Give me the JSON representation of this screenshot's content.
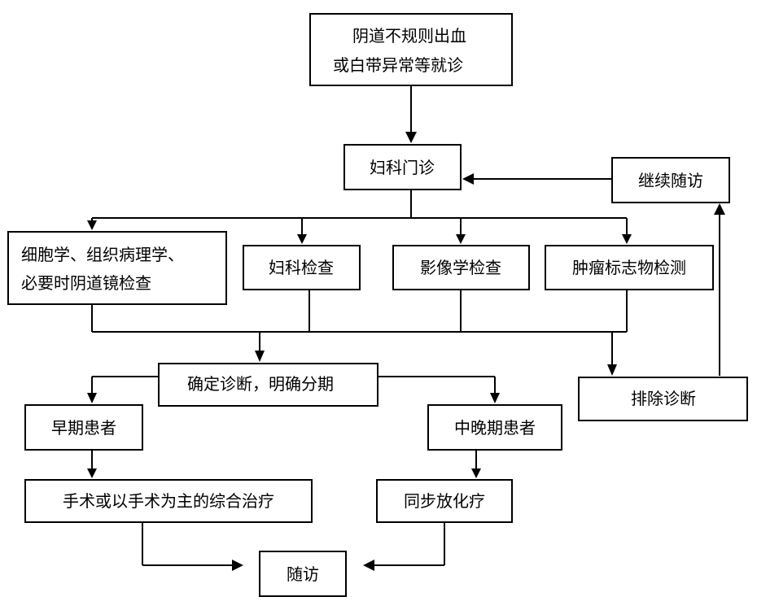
{
  "diagram": {
    "nodes": {
      "visit": [
        "阴道不规则出血",
        "或白带异常等就诊"
      ],
      "clinic": "妇科门诊",
      "follow_continue": "继续随访",
      "cytology": [
        "细胞学、组织病理学、",
        "必要时阴道镜检查"
      ],
      "gyn_exam": "妇科检查",
      "imaging": "影像学检查",
      "tumor_markers": "肿瘤标志物检测",
      "diagnosis": "确定诊断，明确分期",
      "exclude": "排除诊断",
      "early": "早期患者",
      "late": "中晚期患者",
      "surgery": "手术或以手术为主的综合治疗",
      "chemo": "同步放化疗",
      "followup": "随访"
    }
  }
}
